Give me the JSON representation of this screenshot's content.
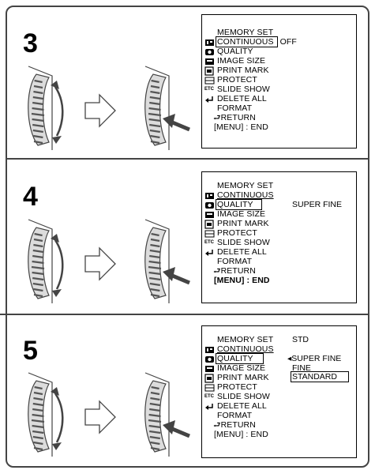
{
  "steps": [
    {
      "number": "3",
      "menu": {
        "title": "MEMORY SET",
        "items": [
          "CONTINUOUS",
          "QUALITY",
          "IMAGE SIZE",
          "PRINT MARK",
          "PROTECT",
          "SLIDE SHOW",
          "DELETE ALL",
          "FORMAT",
          "RETURN",
          "[MENU] : END"
        ],
        "side_value": "OFF"
      }
    },
    {
      "number": "4",
      "menu": {
        "title": "MEMORY SET",
        "items": [
          "CONTINUOUS",
          "QUALITY",
          "IMAGE SIZE",
          "PRINT MARK",
          "PROTECT",
          "SLIDE SHOW",
          "DELETE ALL",
          "FORMAT",
          "RETURN",
          "[MENU] : END"
        ],
        "side_value": "SUPER FINE"
      }
    },
    {
      "number": "5",
      "menu": {
        "title": "MEMORY SET",
        "title_value": "STD",
        "items": [
          "CONTINUOUS",
          "QUALITY",
          "IMAGE SIZE",
          "PRINT MARK",
          "PROTECT",
          "SLIDE SHOW",
          "DELETE ALL",
          "FORMAT",
          "RETURN",
          "[MENU] : END"
        ],
        "options": [
          "SUPER FINE",
          "FINE",
          "STANDARD"
        ]
      }
    }
  ],
  "icons": {
    "etc_label": "ETC"
  },
  "colors": {
    "line": "#444444",
    "ink": "#000000",
    "dial_fill": "#dcdcdc",
    "dial_stripe": "#555555"
  }
}
